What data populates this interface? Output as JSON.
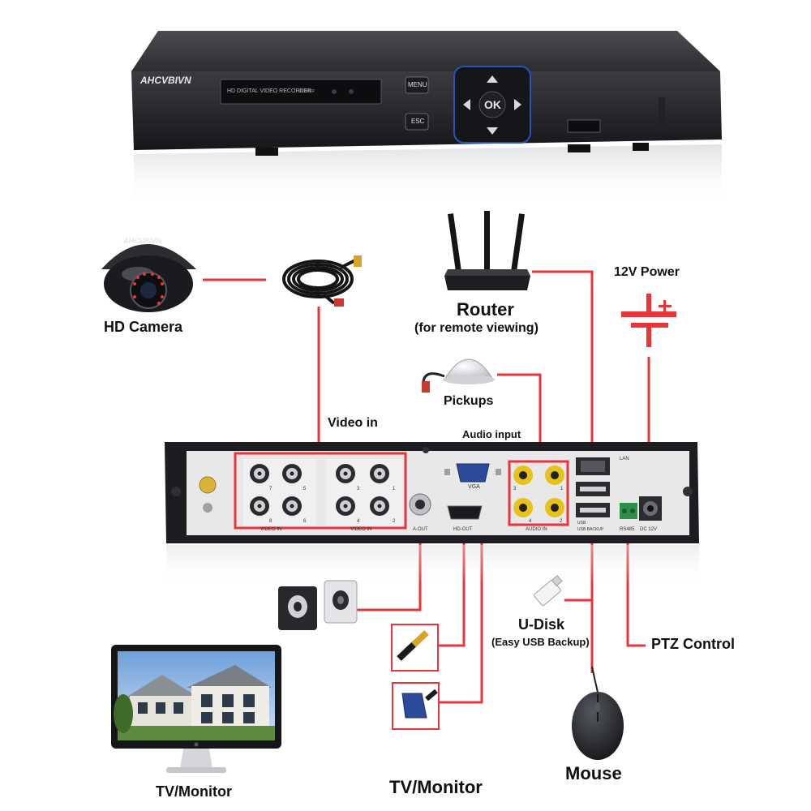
{
  "dvr_front": {
    "brand": "AHCVBIVN",
    "display_text": "HD DIGITAL VIDEO RECORDER",
    "power_label": "POWER",
    "menu_button": "MENU",
    "esc_button": "ESC",
    "ok_button": "OK"
  },
  "camera": {
    "brand": "AHCVBIVN",
    "label": "HD Camera"
  },
  "router": {
    "label": "Router",
    "sublabel": "(for remote viewing)"
  },
  "power": {
    "label": "12V Power",
    "plus": "+"
  },
  "pickups": {
    "label": "Pickups"
  },
  "rear_panel": {
    "video_in_title": "Video in",
    "audio_input_title": "Audio input",
    "video_in_label": "VIDEO IN",
    "vga_label": "VGA",
    "aout_label": "A-OUT",
    "hdout_label": "HD-OUT",
    "audio_in_label": "AUDIO IN",
    "lan_label": "LAN",
    "usb_label": "USB",
    "usb_backup_label": "USB BACKUP",
    "rs485_label": "RS485",
    "dc_label": "DC 12V",
    "port_numbers_left": [
      "7",
      "5",
      "8",
      "6"
    ],
    "port_numbers_right": [
      "3",
      "1",
      "4",
      "2"
    ],
    "audio_numbers": [
      "3",
      "1",
      "4",
      "2"
    ]
  },
  "devices": {
    "udisk_label": "U-Disk",
    "udisk_sublabel": "(Easy USB Backup)",
    "ptz_label": "PTZ Control",
    "mouse_label": "Mouse",
    "tv_left_label": "TV/Monitor",
    "tv_center_label": "TV/Monitor"
  },
  "colors": {
    "connector_line": "#e8353a",
    "device_body": "#2a2c30",
    "panel_body": "#1c1d20",
    "text": "#111111"
  }
}
